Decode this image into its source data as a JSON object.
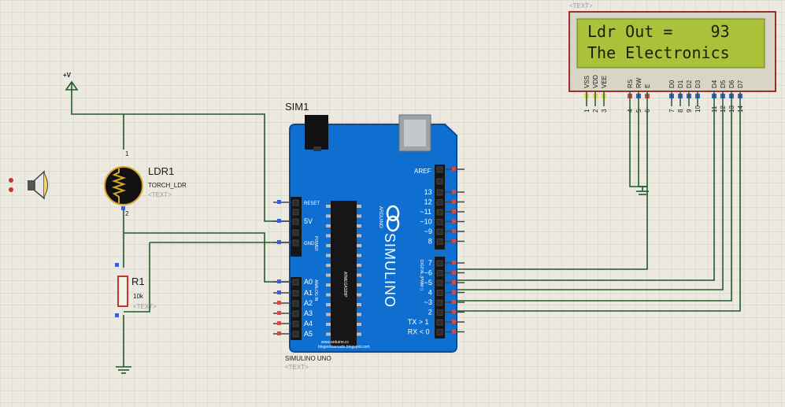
{
  "lcd": {
    "placeholder": "<TEXT>",
    "line1": "Ldr Out =    93",
    "line2": "The Electronics",
    "pins": [
      {
        "name": "VSS",
        "num": "1"
      },
      {
        "name": "VDD",
        "num": "2"
      },
      {
        "name": "VEE",
        "num": "3"
      },
      {
        "name": "RS",
        "num": "4"
      },
      {
        "name": "RW",
        "num": "5"
      },
      {
        "name": "E",
        "num": "6"
      },
      {
        "name": "D0",
        "num": "7"
      },
      {
        "name": "D1",
        "num": "8"
      },
      {
        "name": "D2",
        "num": "9"
      },
      {
        "name": "D3",
        "num": "10"
      },
      {
        "name": "D4",
        "num": "11"
      },
      {
        "name": "D5",
        "num": "12"
      },
      {
        "name": "D6",
        "num": "13"
      },
      {
        "name": "D7",
        "num": "14"
      }
    ]
  },
  "power": {
    "label": "+V"
  },
  "ldr": {
    "ref": "LDR1",
    "value": "TORCH_LDR",
    "text": "<TEXT>",
    "pin1": "1",
    "pin2": "2"
  },
  "resistor": {
    "ref": "R1",
    "value": "10k",
    "text": "<TEXT>"
  },
  "arduino": {
    "ref": "SIM1",
    "name": "SIMULINO UNO",
    "text": "<TEXT>",
    "brand_vertical": "SIMULINO",
    "arduino_small": "ARDUINO",
    "url1": "www.arduino.cc",
    "url2": "blogembarcado.blogspot.com",
    "left_pins": [
      "RESET",
      "5V",
      "GND",
      "A0",
      "A1",
      "A2",
      "A3",
      "A4",
      "A5"
    ],
    "power_group": "POWER",
    "analog_group": "ANALOG IN",
    "digital_group": "DIGITAL (PWM~)",
    "aref": "AREF",
    "right_top": [
      "13",
      "12",
      "~11",
      "~10",
      "~9",
      "8"
    ],
    "right_bottom": [
      "7",
      "~6",
      "~5",
      "4",
      "~3",
      "2",
      "TX > 1",
      "RX < 0"
    ],
    "chip_label": "ATMEGA328P"
  },
  "colors": {
    "wire": "#1f5a2a",
    "board": "#0f6fd1",
    "lcd_bg": "#a9c23a",
    "lcd_frame": "#b03a3a"
  }
}
